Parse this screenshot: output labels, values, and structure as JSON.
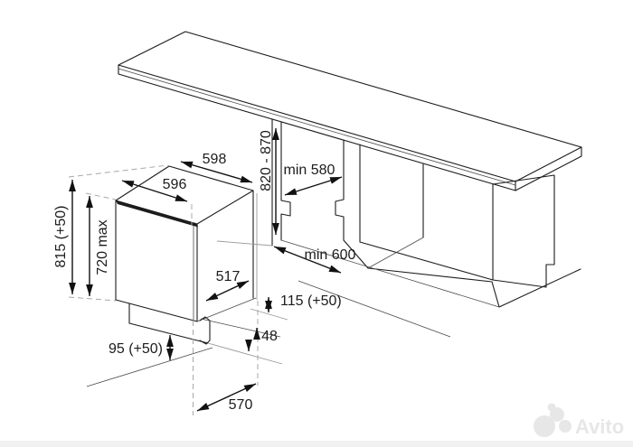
{
  "figure": {
    "kind": "appliance installation drawing",
    "subject": "built-in dishwasher niche and cabinet dimensions (mm)"
  },
  "dimensions": {
    "top_width_outer": "598",
    "top_width_inner": "596",
    "niche_height_range": "820 - 870",
    "niche_depth_min": "min 580",
    "overall_height": "815 (+50)",
    "door_height_max": "720 max",
    "side_depth": "517",
    "niche_width_min": "min 600",
    "rear_clearance": "115 (+50)",
    "foot_gap": "48",
    "plinth_height": "95 (+50)",
    "base_depth": "570"
  },
  "watermark": {
    "brand": "Avito"
  },
  "colors": {
    "line": "#1c1c1c",
    "construction": "#a8a8a8",
    "watermark": "#e7e7e7",
    "footer_bar": "#f1f1f1"
  }
}
